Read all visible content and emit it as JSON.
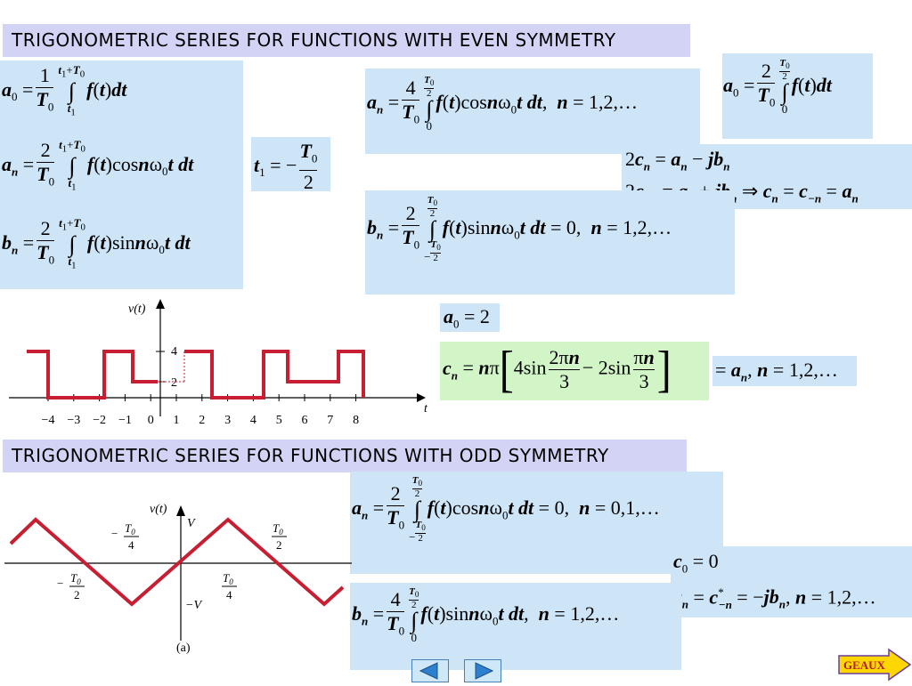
{
  "sections": {
    "even_title": "TRIGONOMETRIC SERIES FOR FUNCTIONS WITH EVEN SYMMETRY",
    "odd_title": "TRIGONOMETRIC SERIES FOR FUNCTIONS WITH ODD SYMMETRY"
  },
  "even_graph": {
    "y_label": "v(t)",
    "t_label": "t",
    "y_ticks": [
      "4",
      "2"
    ],
    "x_ticks": [
      "−4",
      "−3",
      "−2",
      "−1",
      "0",
      "1",
      "2",
      "3",
      "4",
      "5",
      "6",
      "7",
      "8"
    ]
  },
  "odd_graph": {
    "y_label": "v(t)",
    "pos_level": "V",
    "neg_level": "−V",
    "caption": "(a)"
  },
  "results": {
    "a0_value": "2"
  },
  "navigation": {
    "prev_icon": "left-triangle-icon",
    "next_icon": "right-triangle-icon",
    "geaux_label": "GEAUX"
  },
  "colors": {
    "title_bg": "#d3d3f5",
    "formula_bg": "#cde5f7",
    "result_bg": "#d2f5c8",
    "waveform": "#c81e32"
  }
}
